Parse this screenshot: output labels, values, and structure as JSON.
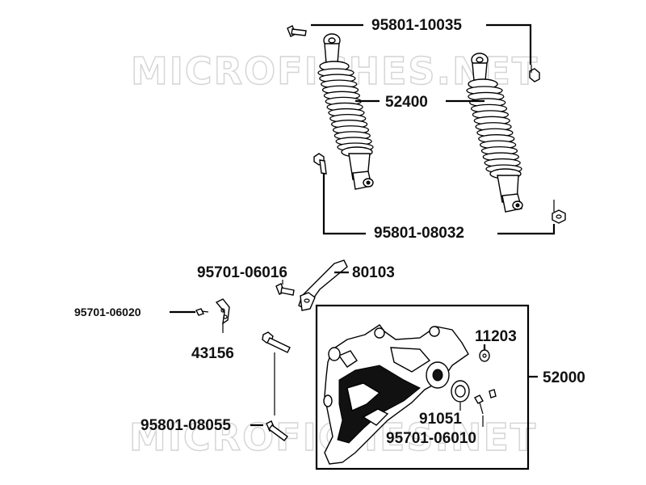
{
  "watermarks": [
    "MICROFICHES.NET",
    "MICROFICHES.NET"
  ],
  "labels": {
    "bolt_top": "95801-10035",
    "shock_absorber": "52400",
    "bolt_bottom": "95801-08032",
    "bolt_bracket": "95701-06016",
    "bracket": "80103",
    "bolt_clip": "95701-06020",
    "clip": "43156",
    "bolt_long": "95801-08055",
    "spacer": "11203",
    "swingarm_assy": "52000",
    "bearing": "91051",
    "bolt_small": "95701-06010"
  }
}
